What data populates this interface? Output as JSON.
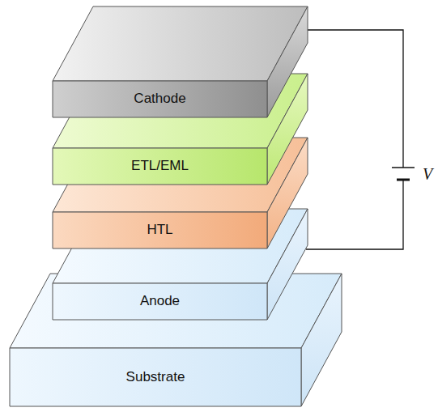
{
  "diagram": {
    "nodes": [
      {
        "text": [
          "Cathode"
        ]
      },
      {
        "text": [
          "ETL/EML"
        ]
      },
      {
        "text": [
          "HTL"
        ]
      },
      {
        "text": [
          "Anode"
        ]
      },
      {
        "text": [
          "Substrate"
        ]
      }
    ],
    "labels": [
      "V"
    ]
  }
}
